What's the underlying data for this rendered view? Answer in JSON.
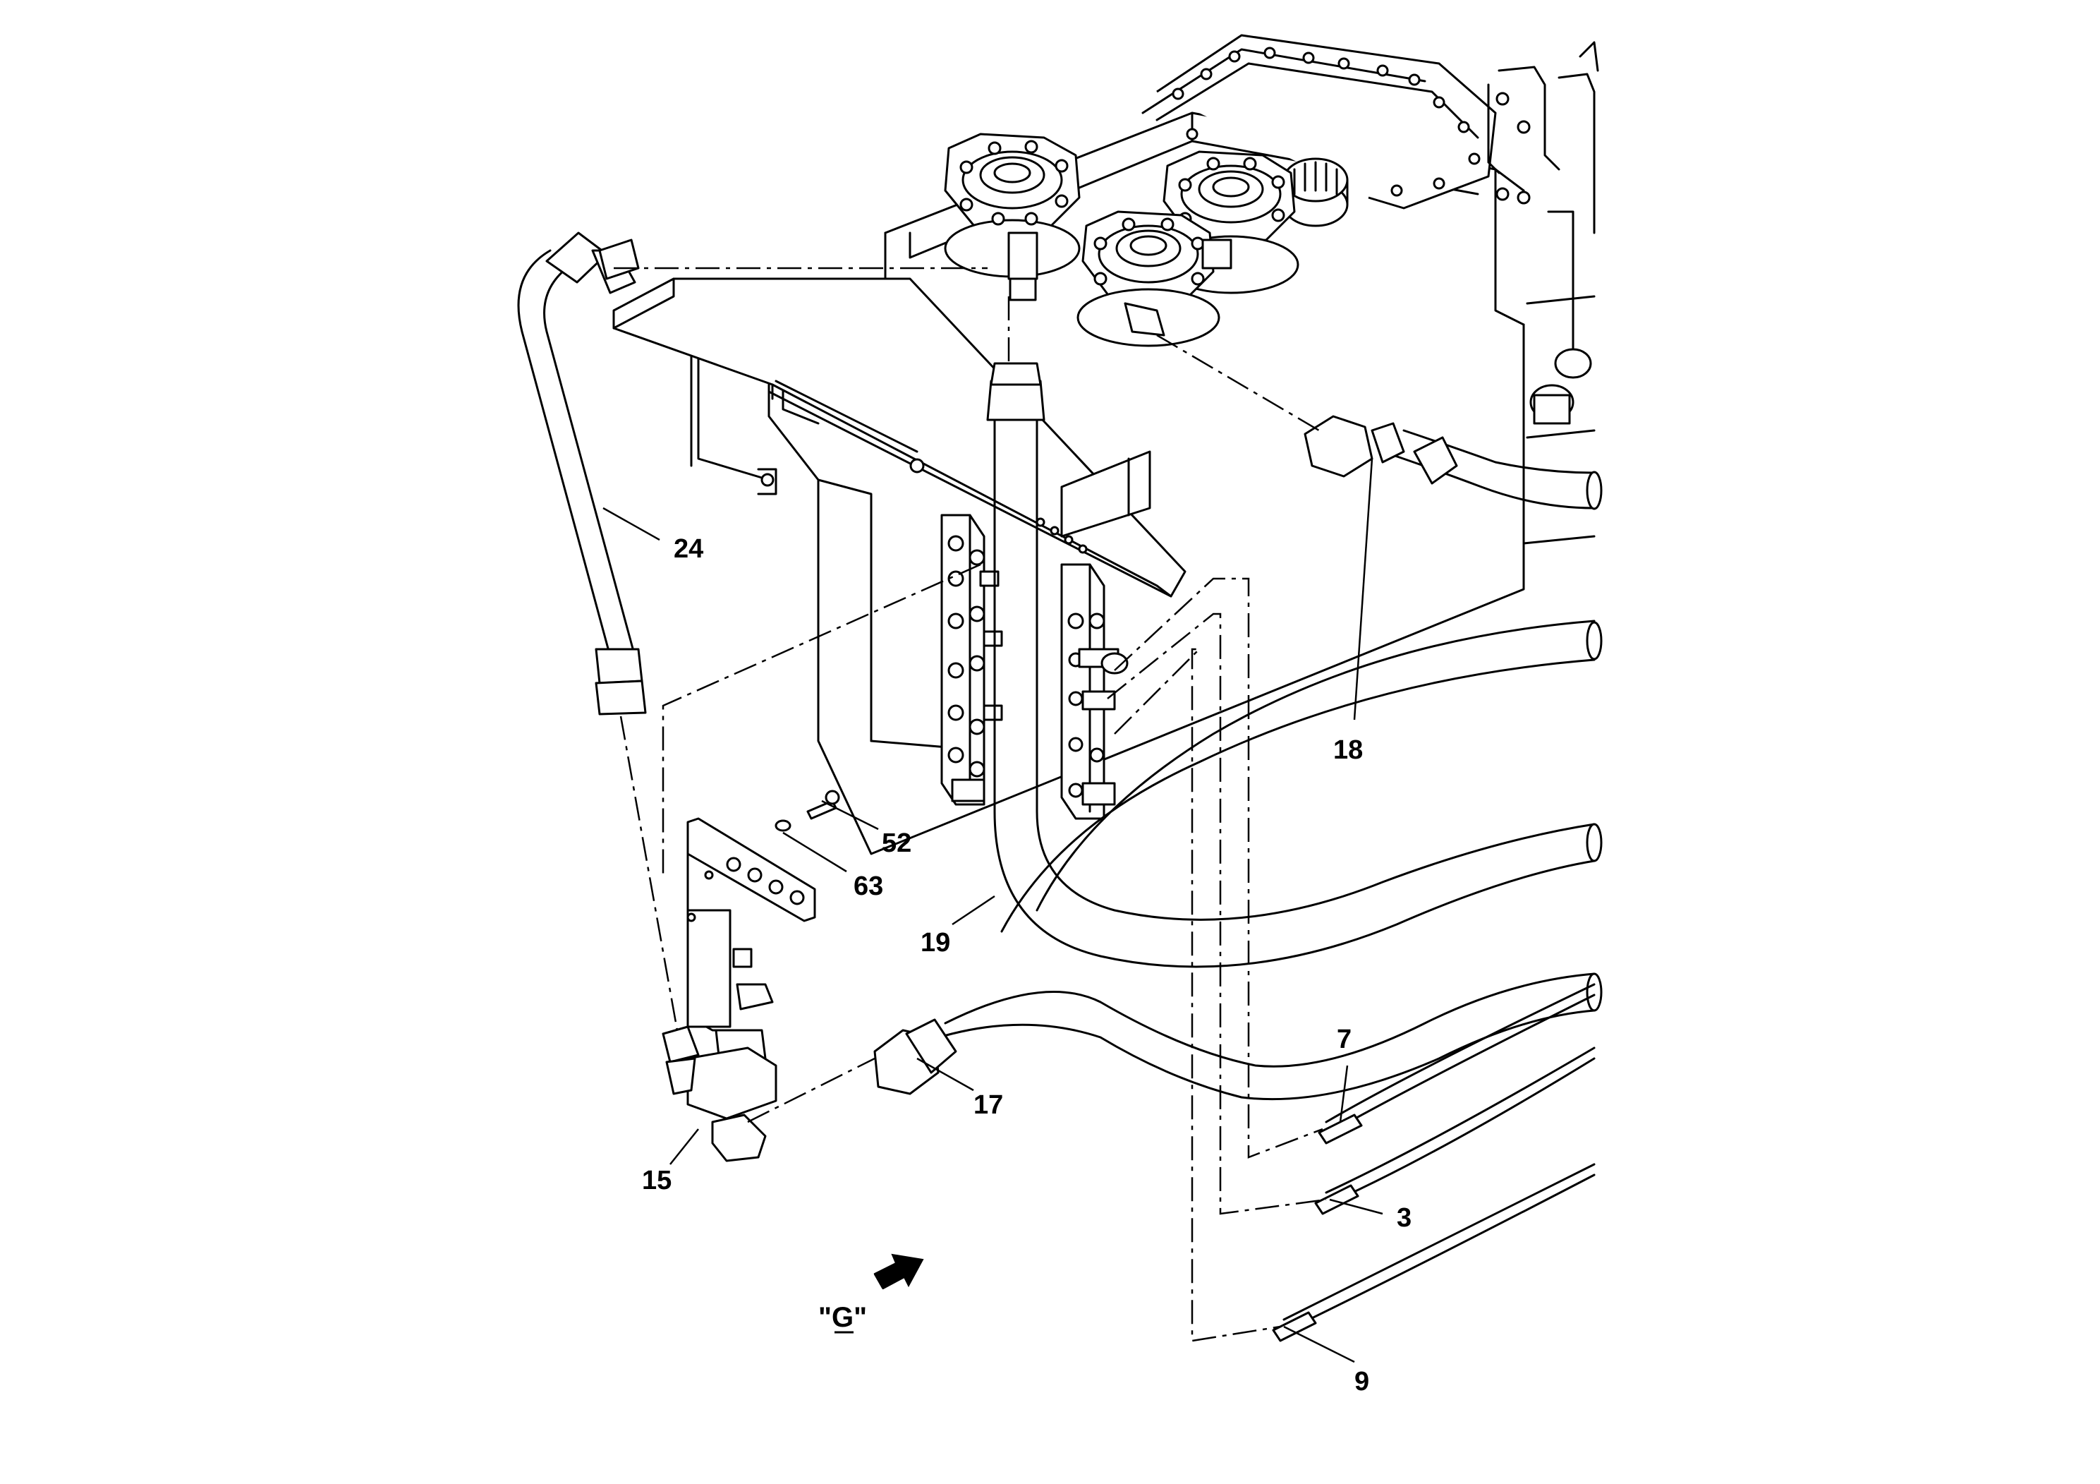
{
  "labels": {
    "p24": "24",
    "p18": "18",
    "p52": "52",
    "p63": "63",
    "p19": "19",
    "p17": "17",
    "p7": "7",
    "p15": "15",
    "p3": "3",
    "p9": "9"
  },
  "view": {
    "label": "\"G\""
  }
}
